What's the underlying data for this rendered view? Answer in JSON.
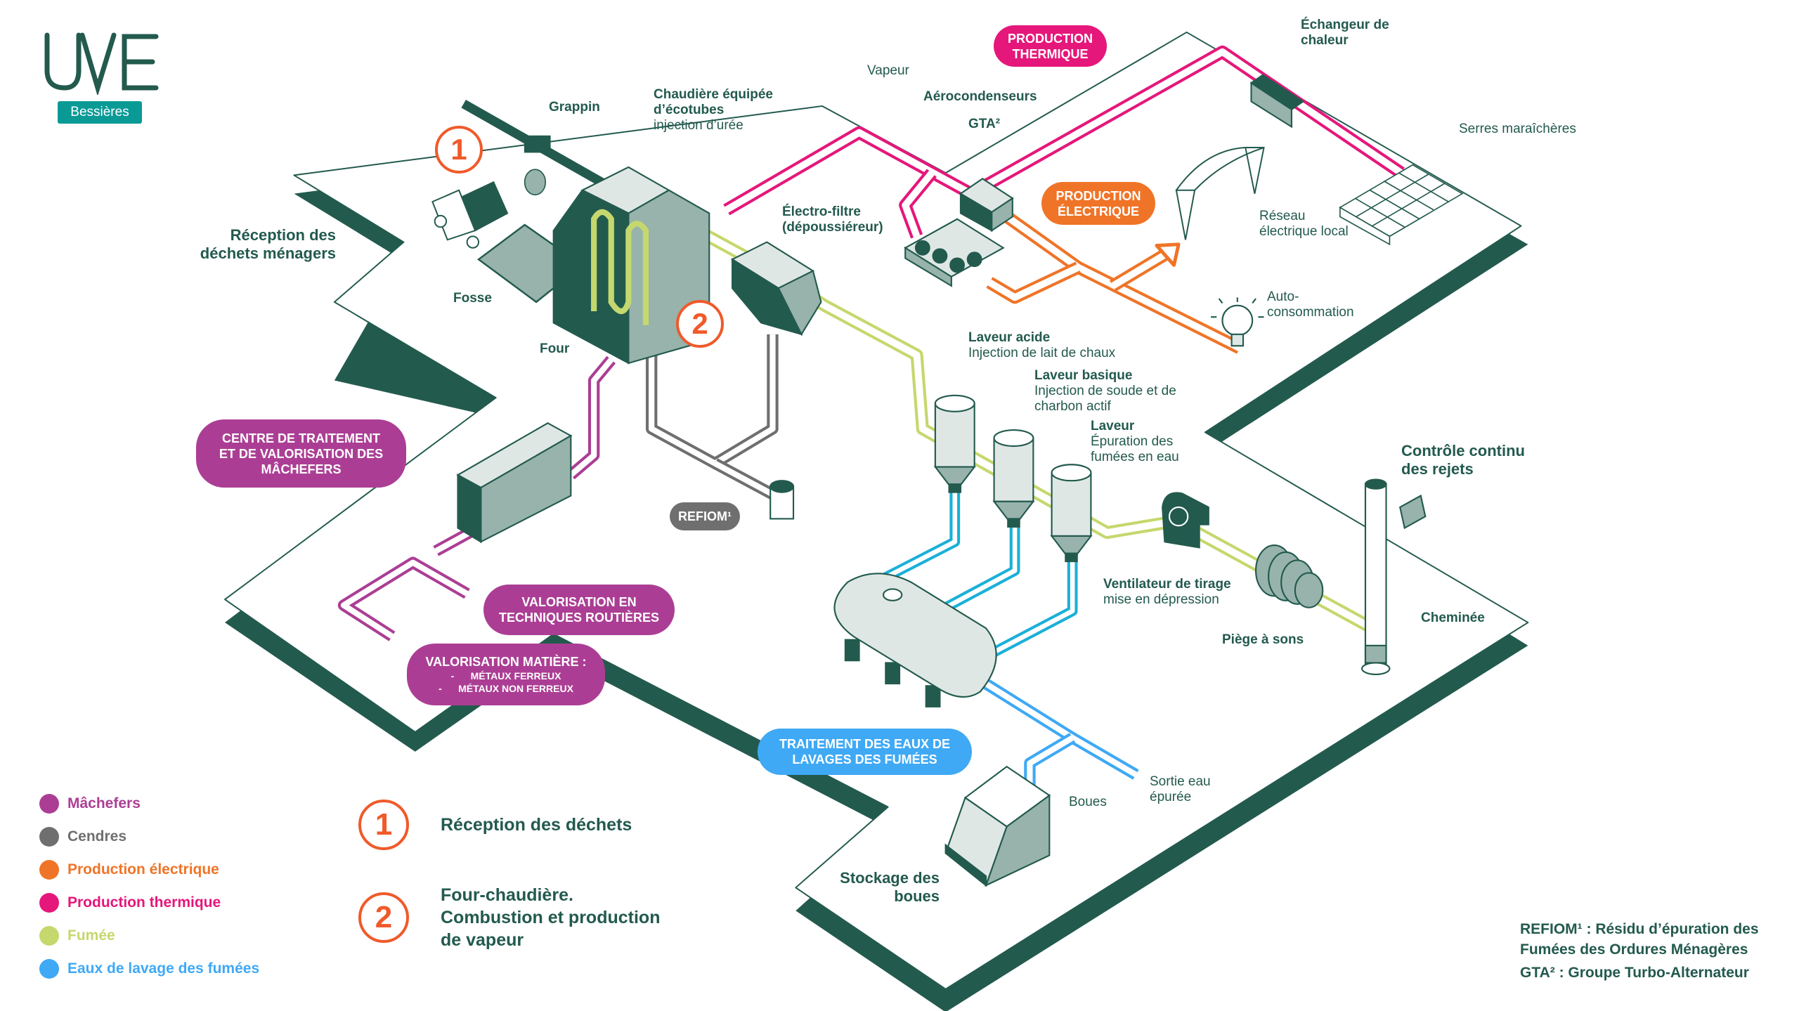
{
  "brand": {
    "logo_text": "UVE",
    "site": "Bessières"
  },
  "colors": {
    "platform": "#235a4e",
    "equipment_mid": "#97b3ab",
    "equipment_light": "#dfe7e5",
    "machefers": "#ab3e94",
    "cendres": "#6f6f6f",
    "electrique": "#f07427",
    "thermique": "#e5177b",
    "fumee": "#c5d86d",
    "eaux": "#3fa9f5",
    "step_circle": "#f05a2a",
    "badge": "#0a9a96"
  },
  "labels": {
    "reception": "Réception des\ndéchets ménagers",
    "grappin": "Grappin",
    "chaudiere_title": "Chaudière équipée\nd’écotubes",
    "chaudiere_sub": "injection d’urée",
    "fosse": "Fosse",
    "four": "Four",
    "electro_filtre": "Électro-filtre\n(dépoussiéreur)",
    "vapeur": "Vapeur",
    "aerocondenseurs": "Aérocondenseurs",
    "gta": "GTA²",
    "echangeur": "Échangeur de\nchaleur",
    "serres": "Serres maraîchères",
    "reseau": "Réseau\nélectrique local",
    "auto": "Auto-\nconsommation",
    "laveur_acide_title": "Laveur acide",
    "laveur_acide_sub": "Injection de lait de chaux",
    "laveur_basique_title": "Laveur basique",
    "laveur_basique_sub": "Injection de soude et de\ncharbon actif",
    "laveur_title": "Laveur",
    "laveur_sub": "Épuration des\nfumées en eau",
    "controle": "Contrôle continu\ndes rejets",
    "ventilateur_title": "Ventilateur de tirage",
    "ventilateur_sub": "mise en dépression",
    "piege": "Piège à sons",
    "cheminee": "Cheminée",
    "boues": "Boues",
    "sortie": "Sortie eau\népurée",
    "stockage": "Stockage des\nboues",
    "marker1": "1",
    "marker2": "2"
  },
  "pills": {
    "thermique": "PRODUCTION\nTHERMIQUE",
    "electrique": "PRODUCTION\nÉLECTRIQUE",
    "centre": "CENTRE DE TRAITEMENT\nET DE VALORISATION DES\nMÂCHEFERS",
    "refiom": "REFIOM¹",
    "routieres": "VALORISATION EN\nTECHNIQUES ROUTIÈRES",
    "matiere_title": "VALORISATION MATIÈRE :",
    "matiere_items": [
      "-      MÉTAUX FERREUX",
      "-      MÉTAUX NON FERREUX"
    ],
    "eaux": "TRAITEMENT DES EAUX DE\nLAVAGES DES FUMÉES"
  },
  "legend": [
    {
      "label": "Mâchefers",
      "color": "#ab3e94"
    },
    {
      "label": "Cendres",
      "color": "#6f6f6f"
    },
    {
      "label": "Production électrique",
      "color": "#f07427"
    },
    {
      "label": "Production thermique",
      "color": "#e5177b"
    },
    {
      "label": "Fumée",
      "color": "#c5d86d"
    },
    {
      "label": "Eaux de lavage des fumées",
      "color": "#3fa9f5"
    }
  ],
  "steps": [
    {
      "number": "1",
      "text": "Réception des déchets"
    },
    {
      "number": "2",
      "text": "Four-chaudière.\nCombustion et production\nde vapeur"
    }
  ],
  "footnotes": [
    "REFIOM¹ : Résidu d’épuration des\nFumées des Ordures Ménagères",
    "GTA² : Groupe Turbo-Alternateur"
  ]
}
